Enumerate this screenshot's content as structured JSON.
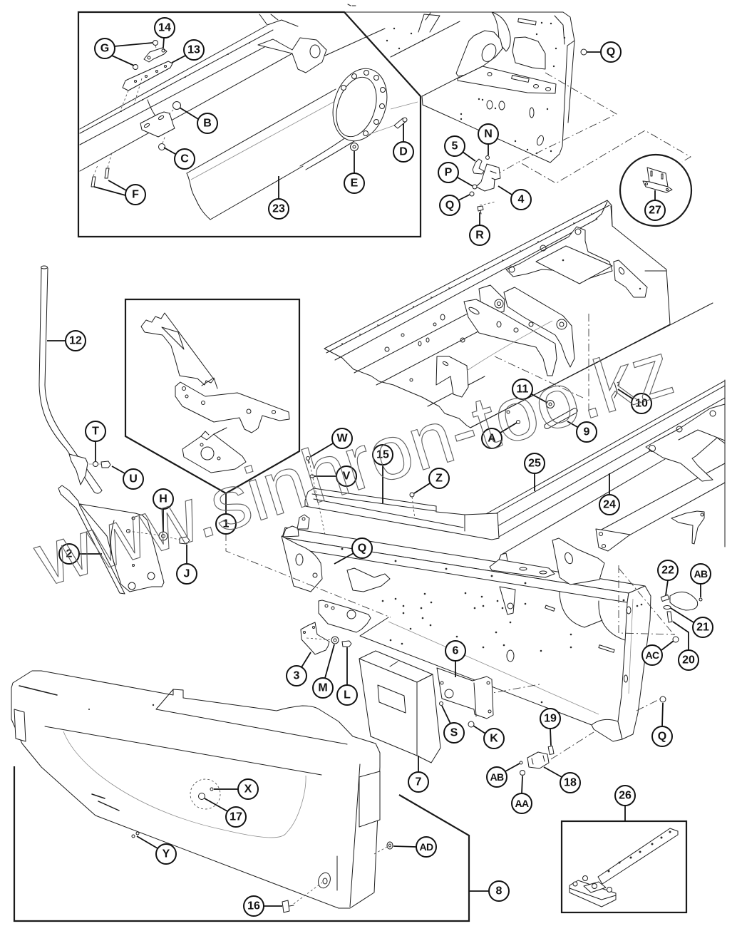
{
  "diagram": {
    "watermark": "www.sinhron-too.kz",
    "callouts": [
      "14",
      "G",
      "13",
      "B",
      "C",
      "D",
      "E",
      "F",
      "23",
      "Q",
      "N",
      "5",
      "P",
      "4",
      "Q",
      "R",
      "27",
      "12",
      "T",
      "U",
      "H",
      "J",
      "2",
      "1",
      "W",
      "V",
      "15",
      "Z",
      "Q",
      "A",
      "11",
      "9",
      "10",
      "25",
      "24",
      "22",
      "AB",
      "21",
      "20",
      "AC",
      "6",
      "S",
      "K",
      "3",
      "M",
      "L",
      "7",
      "19",
      "Q",
      "AB",
      "18",
      "AA",
      "26",
      "X",
      "17",
      "Y",
      "AD",
      "8",
      "16"
    ]
  }
}
